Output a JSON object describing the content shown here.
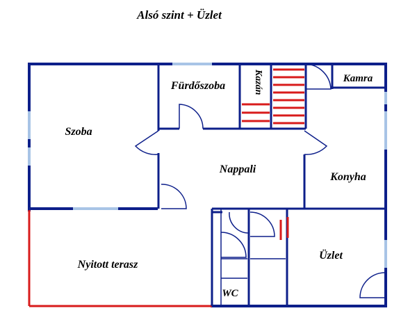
{
  "title": "Alsó szint + Üzlet",
  "rooms": {
    "szoba": "Szoba",
    "furdoszoba": "Fürdőszoba",
    "kazan": "Kazán",
    "kamra": "Kamra",
    "nappali": "Nappali",
    "konyha": "Konyha",
    "terasz": "Nyitott terasz",
    "uzlet": "Üzlet",
    "wc": "WC"
  },
  "colors": {
    "wall": "#0d1f8a",
    "window": "#a8c4e6",
    "stairs": "#d81b1b"
  }
}
